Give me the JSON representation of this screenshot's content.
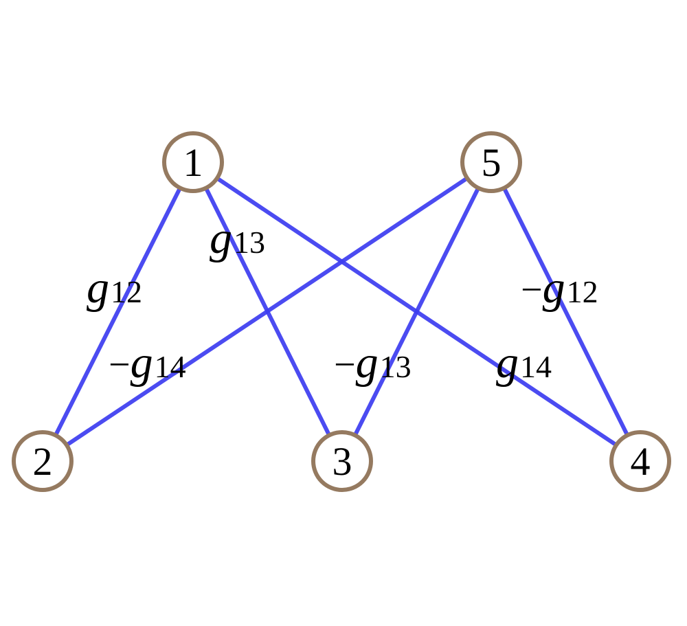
{
  "colors": {
    "edge": "#3c3cf0",
    "node_stroke": "#957a60",
    "node_fill": "#ffffff",
    "text": "#000000"
  },
  "nodes": [
    {
      "id": "1",
      "label": "1"
    },
    {
      "id": "5",
      "label": "5"
    },
    {
      "id": "2",
      "label": "2"
    },
    {
      "id": "3",
      "label": "3"
    },
    {
      "id": "4",
      "label": "4"
    }
  ],
  "edges": [
    {
      "from": "1",
      "to": "2",
      "sign": "",
      "var": "g",
      "sub": "12"
    },
    {
      "from": "1",
      "to": "3",
      "sign": "",
      "var": "g",
      "sub": "13"
    },
    {
      "from": "1",
      "to": "4",
      "sign": "",
      "var": "g",
      "sub": "14"
    },
    {
      "from": "5",
      "to": "2",
      "sign": "−",
      "var": "g",
      "sub": "14"
    },
    {
      "from": "5",
      "to": "3",
      "sign": "−",
      "var": "g",
      "sub": "13"
    },
    {
      "from": "5",
      "to": "4",
      "sign": "−",
      "var": "g",
      "sub": "12"
    }
  ]
}
